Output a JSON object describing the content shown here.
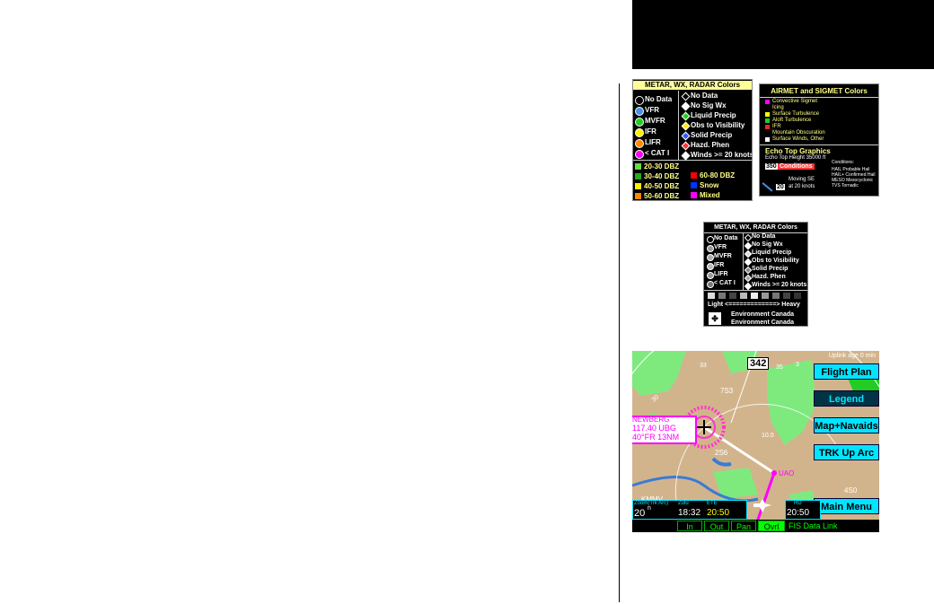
{
  "metar_panel": {
    "title": "METAR, WX, RADAR Colors",
    "left_items": [
      {
        "label": "No Data",
        "color": "#000000"
      },
      {
        "label": "VFR",
        "color": "#4a8fe0"
      },
      {
        "label": "MVFR",
        "color": "#22cc22"
      },
      {
        "label": "IFR",
        "color": "#ffee00"
      },
      {
        "label": "LIFR",
        "color": "#ff8800"
      },
      {
        "label": "< CAT I",
        "color": "#ff00ff"
      }
    ],
    "right_items": [
      {
        "label": "No Data",
        "color": "#000000"
      },
      {
        "label": "No Sig Wx",
        "color": "#ffffff"
      },
      {
        "label": "Liquid Precip",
        "color": "#22cc22"
      },
      {
        "label": "Obs to Visibility",
        "color": "#ffee00"
      },
      {
        "label": "Solid Precip",
        "color": "#3355ff"
      },
      {
        "label": "Hazd. Phen",
        "color": "#ff3333"
      },
      {
        "label": "Winds >= 20 knots",
        "color": "#ffffff"
      }
    ],
    "dbz_items": [
      {
        "label": "20-30 DBZ",
        "color": "#66dd44"
      },
      {
        "label": "30-40 DBZ",
        "color": "#22aa22"
      },
      {
        "label": "40-50 DBZ",
        "color": "#ffee00"
      },
      {
        "label": "50-60 DBZ",
        "color": "#ff8800"
      }
    ],
    "dbz_right": [
      {
        "label": "60-80 DBZ",
        "color": "#ff0000"
      },
      {
        "label": "Snow",
        "color": "#0033ff"
      },
      {
        "label": "Mixed",
        "color": "#ff00ff"
      }
    ]
  },
  "airmet_panel": {
    "title": "AIRMET and SIGMET Colors",
    "items": [
      {
        "label": "Convective Sigmet",
        "color": "#ff00ff"
      },
      {
        "label": "Icing",
        "color": "#000000"
      },
      {
        "label": "Surface Turbulence",
        "color": "#ffff00"
      },
      {
        "label": "Aloft Turbulence",
        "color": "#22cc22"
      },
      {
        "label": "IFR",
        "color": "#ff2222"
      },
      {
        "label": "Mountain Obscuration",
        "color": "#000000"
      },
      {
        "label": "Surface Winds, Other",
        "color": "#ffffff"
      }
    ],
    "echo_title": "Echo Top Graphics",
    "echo_height": "Echo Top Height 35000 ft",
    "echo_value": "350",
    "conditions_label": "Conditions",
    "conditions_title": "Conditions:",
    "conditions_lines": [
      "HAIL Probable Hail",
      "HAIL+ Confirmed Hail",
      "MESO Mesocyclonic",
      "TVS Tornadic"
    ],
    "moving_value": "20",
    "moving_text_1": "Moving SE",
    "moving_text_2": "at 20 knots"
  },
  "gray_panel": {
    "title": "METAR, WX, RADAR Colors",
    "left_items": [
      {
        "label": "No Data",
        "color": "#000000"
      },
      {
        "label": "VFR",
        "color": "#999999"
      },
      {
        "label": "MVFR",
        "color": "#aaaaaa"
      },
      {
        "label": "IFR",
        "color": "#bbbbbb"
      },
      {
        "label": "LIFR",
        "color": "#999999"
      },
      {
        "label": "< CAT I",
        "color": "#777777"
      }
    ],
    "right_items": [
      {
        "label": "No Data",
        "color": "#000000"
      },
      {
        "label": "No Sig Wx",
        "color": "#ffffff"
      },
      {
        "label": "Liquid Precip",
        "color": "#dddddd"
      },
      {
        "label": "Obs to Visibility",
        "color": "#ffffff"
      },
      {
        "label": "Solid Precip",
        "color": "#888888"
      },
      {
        "label": "Hazd. Phen",
        "color": "#aaaaaa"
      },
      {
        "label": "Winds >= 20 knots",
        "color": "#ffffff"
      }
    ],
    "scale_colors": [
      "#dddddd",
      "#777777",
      "#444444",
      "#bbbbbb",
      "#eeeeee",
      "#999999",
      "#777777",
      "#444444",
      "#333333"
    ],
    "scale_label": "Light <=============> Heavy",
    "env_label_1": "Environment Canada",
    "env_label_2": "Environment Canada"
  },
  "map": {
    "uplink_text": "Uplink age 0 min",
    "heading": "342",
    "compass_labels": [
      "33",
      "30",
      "3",
      "35"
    ],
    "station_1": "7S3",
    "station_2": "2S6",
    "station_3": "4S0",
    "station_4": "KMMV",
    "navaid_lines": [
      "NEWBERG",
      "117.40 UBG",
      "40°FR 13NM"
    ],
    "dist_label": "10.0",
    "airport_label": "UAO",
    "buttons": [
      "Flight Plan",
      "Legend",
      "Map+Navaids",
      "TRK Up Arc",
      "Main Menu"
    ],
    "zoom_caption": "Zoom(Trk Arc)",
    "zoom_value": "20",
    "zoom_unit": "n",
    "zulu_caption": "Zulu",
    "zulu_value": "18:32",
    "eta_caption": "ETE",
    "eta_value": "20:50",
    "right_caption": "RD",
    "right_value": "20:50",
    "bottom_buttons": [
      "In",
      "Out",
      "Pan",
      "Ovrl"
    ],
    "fis_label": "FIS Data Link"
  }
}
